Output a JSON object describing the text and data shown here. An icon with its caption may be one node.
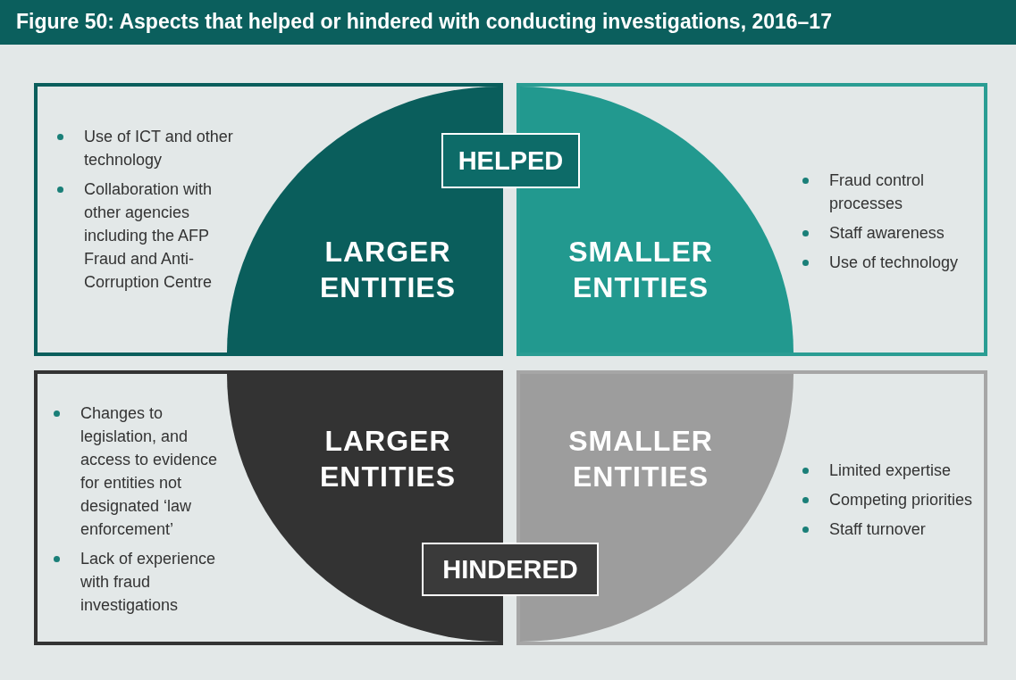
{
  "diagram": {
    "title": "Figure 50: Aspects that helped or hindered with conducting investigations, 2016–17",
    "nodes": [
      {
        "text": [
          "Use of ICT and other technology",
          "Collaboration with other agencies including the AFP Fraud and Anti-Corruption Centre"
        ]
      },
      {
        "text": [
          "LARGER ENTITIES"
        ],
        "in": 0
      },
      {
        "text": [
          "Fraud control processes",
          "Staff awareness",
          "Use of technology"
        ]
      },
      {
        "text": [
          "SMALLER ENTITIES"
        ],
        "in": 2
      },
      {
        "text": [
          "HELPED"
        ]
      },
      {
        "text": [
          "Changes to legislation, and access to evidence for entities not designated ‘law enforcement’",
          "Lack of experience with fraud investigations"
        ]
      },
      {
        "text": [
          "LARGER ENTITIES"
        ],
        "in": 5
      },
      {
        "text": [
          "Limited expertise",
          "Competing priorities",
          "Staff turnover"
        ]
      },
      {
        "text": [
          "SMALLER ENTITIES"
        ],
        "in": 7
      },
      {
        "text": [
          "HINDERED"
        ]
      }
    ],
    "edges": []
  }
}
